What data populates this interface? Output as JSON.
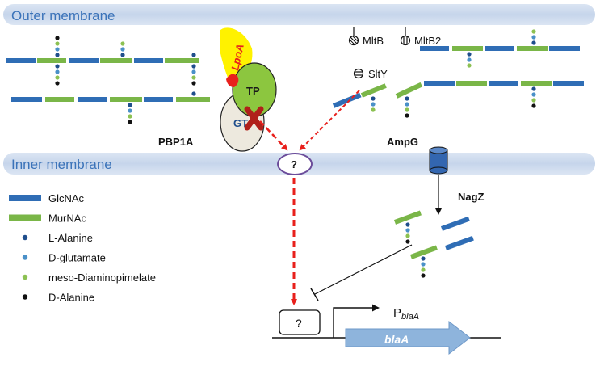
{
  "membranes": {
    "outer": "Outer membrane",
    "inner": "Inner membrane"
  },
  "proteins": {
    "lpoa": "LpoA",
    "tp": "TP",
    "gt": "GT",
    "pbp1a": "PBP1A",
    "mltb": "MltB",
    "mltb2": "MltB2",
    "slty": "SltY",
    "ampg": "AmpG",
    "nagz": "NagZ",
    "unknown_sensor": "?",
    "unknown_regulator": "?",
    "promoter_prefix": "P",
    "promoter_sub": "blaA",
    "gene": "blaA"
  },
  "legend": [
    {
      "label": "GlcNAc",
      "color": "#2F6DB5"
    },
    {
      "label": "MurNAc",
      "color": "#7AB648"
    },
    {
      "label": "L-Alanine",
      "color": "#1F4E8C"
    },
    {
      "label": "D-glutamate",
      "color": "#4A90C8"
    },
    {
      "label": "meso-Diaminopimelate",
      "color": "#8CC152"
    },
    {
      "label": "D-Alanine",
      "color": "#111111"
    }
  ],
  "colors": {
    "membrane": "#C9D7EC",
    "membrane_text": "#3B73B9",
    "glcnac": "#2F6DB5",
    "murnac": "#7AB648",
    "lpoa": "#FFF200",
    "tp": "#8CC63F",
    "gt": "#EEEADF",
    "signal_arrow": "#E8201C",
    "ampg": "#3366B0",
    "gene_arrow": "#8EB4DC",
    "sensor_ring": "#6B4C9A"
  }
}
